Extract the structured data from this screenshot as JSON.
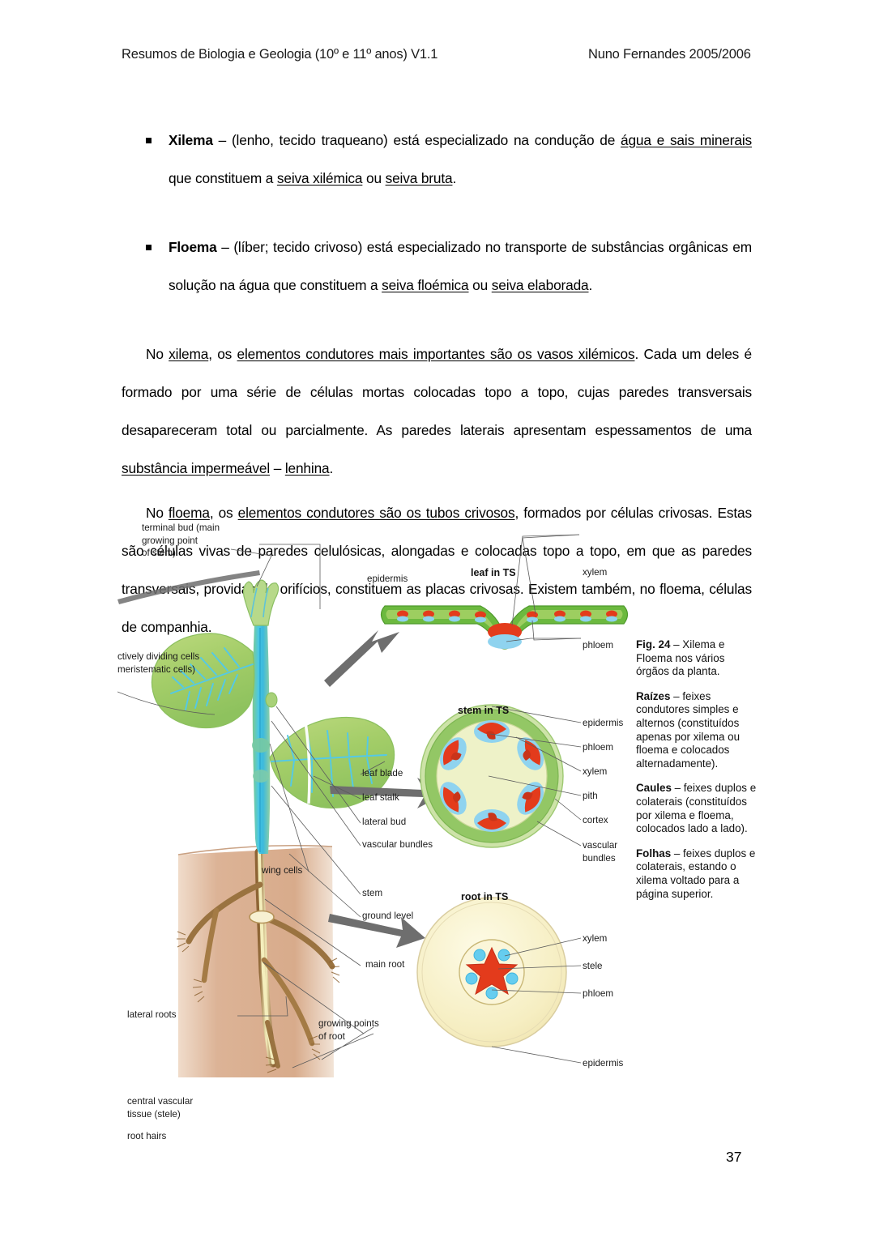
{
  "header": {
    "left": "Resumos de Biologia e Geologia (10º e 11º anos) V1.1",
    "right": "Nuno Fernandes 2005/2006"
  },
  "body": {
    "bullets": [
      {
        "term": "Xilema",
        "dash": " – ",
        "seg1": "(lenho, tecido traqueano) está especializado na condução de ",
        "u1": "água e sais minerais",
        "seg2": " que constituem a ",
        "u2": "seiva xilémica",
        "seg3": " ou ",
        "u3": "seiva bruta",
        "seg4": "."
      },
      {
        "term": "Floema",
        "dash": " – ",
        "seg1": "(líber; tecido crivoso) está especializado no transporte de substâncias orgânicas em solução na água que constituem a ",
        "u1": "seiva floémica",
        "seg2": " ou ",
        "u2": "seiva elaborada",
        "seg3": ".",
        "u3": "",
        "seg4": ""
      }
    ],
    "paragraphs": [
      {
        "seg1": "No ",
        "u1": "xilema",
        "seg2": ", os ",
        "u2": "elementos condutores mais importantes são os vasos xilémicos",
        "seg3": ". Cada um deles é formado por uma série de células mortas colocadas topo a topo, cujas paredes transversais desapareceram total ou parcialmente. As paredes laterais apresentam espessamentos de uma ",
        "u3": "substância impermeável",
        "seg4": " – ",
        "u4": "lenhina",
        "seg5": "."
      },
      {
        "seg1": "No ",
        "u1": "floema",
        "seg2": ", os ",
        "u2": "elementos condutores são os tubos crivosos",
        "seg3": ", formados por células crivosas. Estas são células vivas de paredes celulósicas, alongadas e colocadas topo a topo, em que as paredes transversais, providas de orifícios, constituem as placas crivosas. Existem também, no floema, células de companhia.",
        "u3": "",
        "seg4": "",
        "u4": "",
        "seg5": ""
      }
    ]
  },
  "figure": {
    "plant_labels": {
      "terminal_bud_l1": "terminal bud (main",
      "terminal_bud_l2": "growing point",
      "terminal_bud_l3": "of stem)",
      "meristem_l1": "ctively dividing cells",
      "meristem_l2": "meristematic cells)",
      "leaf_blade": "leaf blade",
      "leaf_stalk": "leaf stalk",
      "lateral_bud": "lateral bud",
      "vascular_bundles": "vascular bundles",
      "wing_cells": "wing cells",
      "stem": "stem",
      "ground_level": "ground level",
      "main_root": "main root",
      "lateral_roots": "lateral roots",
      "central_vascular_l1": "central vascular",
      "central_vascular_l2": "tissue (stele)",
      "root_hairs": "root hairs",
      "growing_points_l1": "growing points",
      "growing_points_l2": "of root"
    },
    "leaf_ts": {
      "title": "leaf in TS",
      "epidermis": "epidermis",
      "xylem": "xylem",
      "phloem": "phloem"
    },
    "stem_ts": {
      "title": "stem in TS",
      "epidermis": "epidermis",
      "phloem": "phloem",
      "xylem": "xylem",
      "pith": "pith",
      "cortex": "cortex",
      "vascular_l1": "vascular",
      "vascular_l2": "bundles"
    },
    "root_ts": {
      "title": "root in TS",
      "xylem": "xylem",
      "stele": "stele",
      "phloem": "phloem",
      "epidermis": "epidermis"
    },
    "colors": {
      "xylem_red": "#e33b1c",
      "phloem_blue": "#8fd3ef",
      "cortex_green": "#93c765",
      "pith_cream": "#eef2c8",
      "root_cream": "#f7f0c4",
      "soil_tan": "#dcb396",
      "root_brown": "#a07843",
      "arrow_gray": "#6e6e6e",
      "leaf_green": "#a8cf6e",
      "vein_cyan": "#4cc8e8"
    }
  },
  "caption": {
    "fig_label": "Fig. 24",
    "fig_text": " – Xilema e Floema nos vários órgãos da planta.",
    "raizes_label": "Raízes",
    "raizes_text": " – feixes condutores simples e alternos (constituídos apenas por xilema ou floema e colocados alternadamente).",
    "caules_label": "Caules",
    "caules_text": " – feixes duplos e colaterais (constituídos por xilema e floema, colocados lado a lado).",
    "folhas_label": "Folhas",
    "folhas_text": " – feixes duplos e colaterais, estando o xilema voltado para a página superior."
  },
  "page_number": "37"
}
